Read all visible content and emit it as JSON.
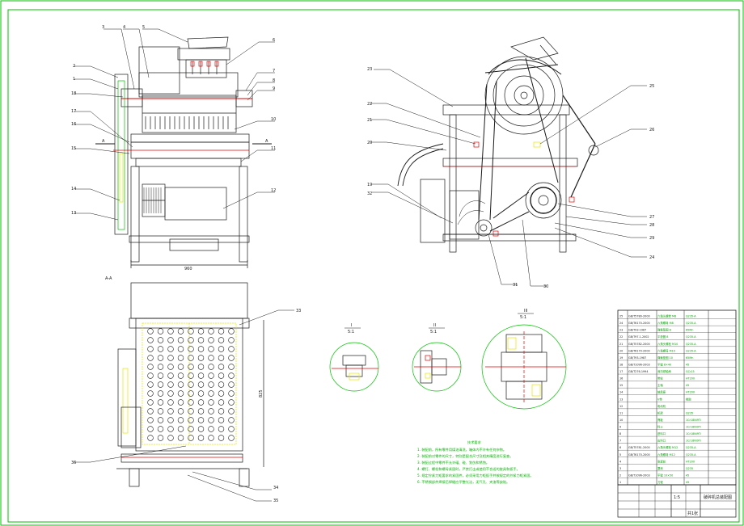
{
  "views": {
    "section_label": "A-A",
    "detail_i": {
      "label": "I",
      "scale": "5:1"
    },
    "detail_ii": {
      "label": "II",
      "scale": "5:1"
    },
    "detail_iii": {
      "label": "III",
      "scale": "5:1"
    },
    "section_mark": "A",
    "front_dim": "960",
    "plan_dim": "825"
  },
  "front_callouts": [
    "3",
    "4",
    "5",
    "6",
    "7",
    "8",
    "9",
    "10",
    "11",
    "12",
    "13",
    "14",
    "15",
    "16",
    "17",
    "18",
    "1",
    "2"
  ],
  "side_callouts": [
    "24",
    "25",
    "26",
    "27",
    "28",
    "29",
    "30",
    "31",
    "32",
    "19",
    "20",
    "21",
    "22",
    "23"
  ],
  "plan_callouts": [
    "33",
    "34",
    "35",
    "36"
  ],
  "notes": {
    "title": "技术要求",
    "lines": [
      "1. 装配前，所有零件用煤油清洗，箱体内不许有任何杂物。",
      "2. 装配前对零件的尺寸，特别是配合尺寸及相关精度进行复查。",
      "3. 装配过程中零件不允许磕、碰、划伤和锈蚀。",
      "4. 螺钉、螺栓和螺母紧固时，严禁打击或使用不合适的旋具和扳手。",
      "5. 规定拧紧力矩要求的紧固件，必须采用力矩扳手并按规定的拧紧力矩紧固。",
      "6. 不锈钢部件焊接后焊缝应平整光洁，无气孔、夹渣等缺陷。"
    ]
  },
  "bom": [
    {
      "code": "GB/T5780-2000",
      "name": "六角头螺栓 M8",
      "mat": "Q235-A"
    },
    {
      "code": "GB/T6170-2000",
      "name": "六角螺母 M8",
      "mat": "Q235-A"
    },
    {
      "code": "GB/T93-1987",
      "name": "弹簧垫圈 8",
      "mat": "65Mn"
    },
    {
      "code": "GB/T97.1-2002",
      "name": "平垫圈 8",
      "mat": "Q235-A"
    },
    {
      "code": "GB/T5782-2000",
      "name": "六角头螺栓 M10",
      "mat": "Q235-A"
    },
    {
      "code": "GB/T6170-2000",
      "name": "六角螺母 M10",
      "mat": "Q235-A"
    },
    {
      "code": "GB/T93-1987",
      "name": "弹簧垫圈 10",
      "mat": "65Mn"
    },
    {
      "code": "GB/T1096-2003",
      "name": "平键 8×40",
      "mat": "45"
    },
    {
      "code": "GB/T276-1994",
      "name": "深沟球轴承",
      "mat": "GCr15"
    },
    {
      "code": "",
      "name": "带轮",
      "mat": "HT200"
    },
    {
      "code": "",
      "name": "主轴",
      "mat": "45"
    },
    {
      "code": "",
      "name": "轴承座",
      "mat": "HT200"
    },
    {
      "code": "",
      "name": "V带",
      "mat": "橡胶"
    },
    {
      "code": "",
      "name": "电动机",
      "mat": ""
    },
    {
      "code": "",
      "name": "机架",
      "mat": "Q235"
    },
    {
      "code": "",
      "name": "筛板",
      "mat": "1Cr18Ni9Ti"
    },
    {
      "code": "",
      "name": "料斗",
      "mat": "1Cr18Ni9Ti"
    },
    {
      "code": "",
      "name": "进料口",
      "mat": "1Cr18Ni9Ti"
    },
    {
      "code": "",
      "name": "出料口",
      "mat": "1Cr18Ni9Ti"
    },
    {
      "code": "GB/T5781-2000",
      "name": "六角头螺栓 M12",
      "mat": "Q235-A"
    },
    {
      "code": "GB/T6170-2000",
      "name": "六角螺母 M12",
      "mat": "Q235-A"
    },
    {
      "code": "",
      "name": "张紧轮",
      "mat": "HT200"
    },
    {
      "code": "",
      "name": "罩壳",
      "mat": "Q235"
    },
    {
      "code": "GB/T1096-2003",
      "name": "平键 10×50",
      "mat": "45"
    },
    {
      "code": "",
      "name": "刀辊",
      "mat": "45"
    }
  ],
  "title_block": {
    "title": "破碎机总装配图",
    "sheet": "共1张",
    "scale": "1:5"
  },
  "colors": {
    "border": "#00c000",
    "line": "#1a1a1a",
    "green": "#00c000",
    "red": "#e00000",
    "yellow": "#e6e600",
    "magenta": "#d000d0"
  }
}
